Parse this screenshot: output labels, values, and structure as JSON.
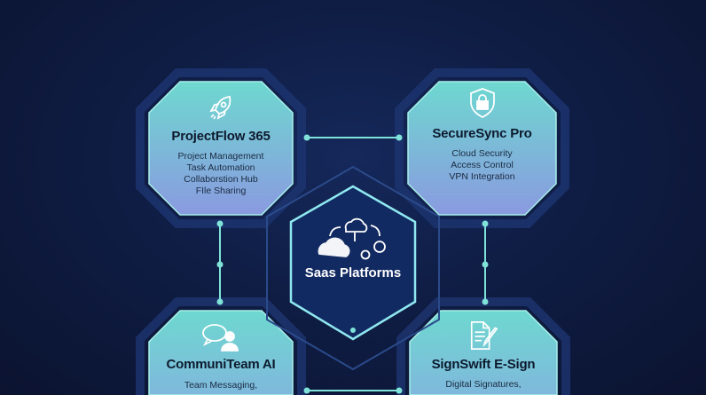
{
  "center": {
    "title": "Saas Platforms",
    "icon": "cloud-gears-icon"
  },
  "platforms": [
    {
      "name": "ProjectFlow 365",
      "icon": "rocket-icon",
      "features": [
        "Project Management",
        "Task Automation",
        "Collaborstion Hub",
        "FIle Sharing"
      ]
    },
    {
      "name": "SecureSync Pro",
      "icon": "shield-lock-icon",
      "features": [
        "Cloud Security",
        "Access Control",
        "VPN Integration"
      ]
    },
    {
      "name": "CommuniTeam AI",
      "icon": "chat-user-icon",
      "features": [
        "Team Messaging,"
      ]
    },
    {
      "name": "SignSwift E-Sign",
      "icon": "document-pen-icon",
      "features": [
        "Digital Signatures,"
      ]
    }
  ],
  "colors": {
    "card_top": "#6ed8d0",
    "card_bottom": "#8a9ae0",
    "background": "#0f1d44",
    "connector": "#7fe3da"
  }
}
